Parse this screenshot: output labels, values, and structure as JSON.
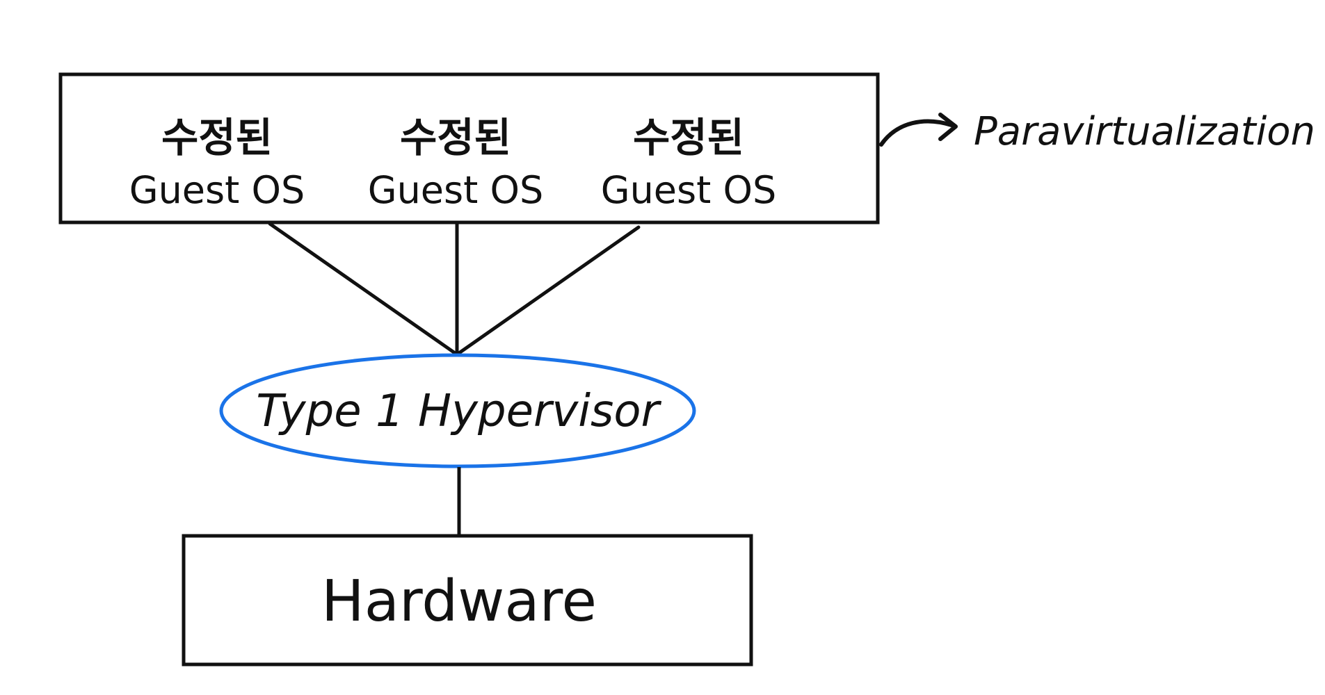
{
  "guests": [
    {
      "modified": "수정된",
      "os": "Guest OS"
    },
    {
      "modified": "수정된",
      "os": "Guest OS"
    },
    {
      "modified": "수정된",
      "os": "Guest OS"
    }
  ],
  "hypervisor": {
    "label": "Type 1 Hypervisor"
  },
  "hardware": {
    "label": "Hardware"
  },
  "annotation": {
    "label": "Paravirtualization"
  },
  "colors": {
    "ink": "#111111",
    "hypervisor": "#1a73e8"
  }
}
